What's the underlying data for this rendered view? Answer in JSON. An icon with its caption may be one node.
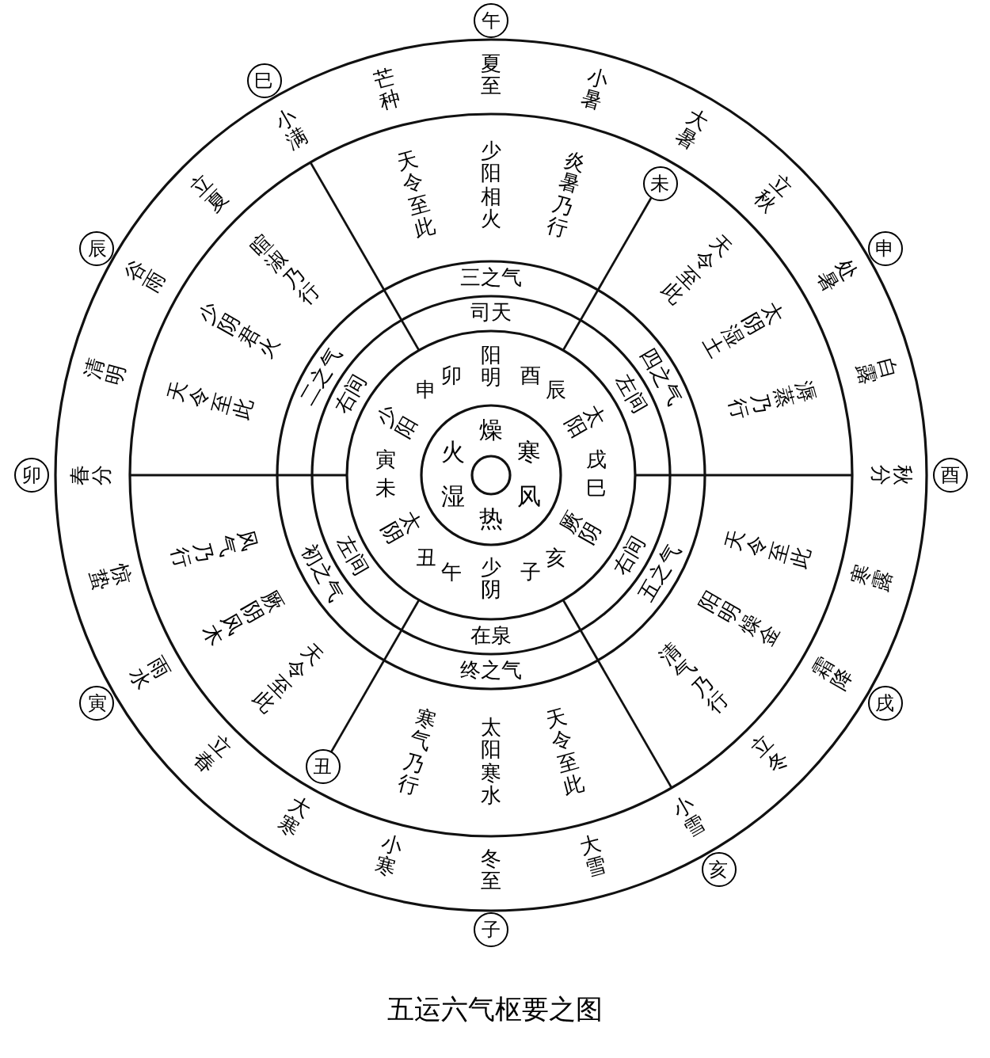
{
  "diagram": {
    "title": "五运六气枢要之图",
    "nodes": [
      {
        "text": [
          "午"
        ]
      },
      {
        "text": [
          "巳"
        ]
      },
      {
        "text": [
          "未"
        ]
      },
      {
        "text": [
          "辰"
        ]
      },
      {
        "text": [
          "申"
        ]
      },
      {
        "text": [
          "卯"
        ]
      },
      {
        "text": [
          "酉"
        ]
      },
      {
        "text": [
          "寅"
        ]
      },
      {
        "text": [
          "戌"
        ]
      },
      {
        "text": [
          "丑"
        ]
      },
      {
        "text": [
          "亥"
        ]
      },
      {
        "text": [
          "子"
        ]
      }
    ],
    "labels": [
      "燥",
      "寒",
      "风",
      "热",
      "湿",
      "火",
      "阳明",
      "卯",
      "酉",
      "太阳",
      "辰",
      "戌",
      "厥阴",
      "巳",
      "亥",
      "少阴",
      "子",
      "午",
      "太阴",
      "未",
      "丑",
      "少阳",
      "寅",
      "申",
      "司天",
      "左间",
      "右间",
      "在泉",
      "左间",
      "右间",
      "三之气",
      "四之气",
      "五之气",
      "终之气",
      "初之气",
      "二之气",
      "天令至此",
      "少阳相火",
      "炎暑乃行",
      "天令至此",
      "太阴湿土",
      "溽蒸乃行",
      "天令至此",
      "阳明燥金",
      "清气乃行",
      "天令至此",
      "太阳寒水",
      "寒气乃行",
      "天令至此",
      "厥阴风木",
      "风气乃行",
      "天令至此",
      "少阴君火",
      "暄淑乃行",
      "夏至",
      "小暑",
      "大暑",
      "立秋",
      "处暑",
      "白露",
      "秋分",
      "寒露",
      "霜降",
      "立冬",
      "小雪",
      "大雪",
      "冬至",
      "小寒",
      "大寒",
      "立春",
      "雨水",
      "惊蛰",
      "春分",
      "清明",
      "谷雨",
      "立夏",
      "小满",
      "芒种"
    ]
  }
}
